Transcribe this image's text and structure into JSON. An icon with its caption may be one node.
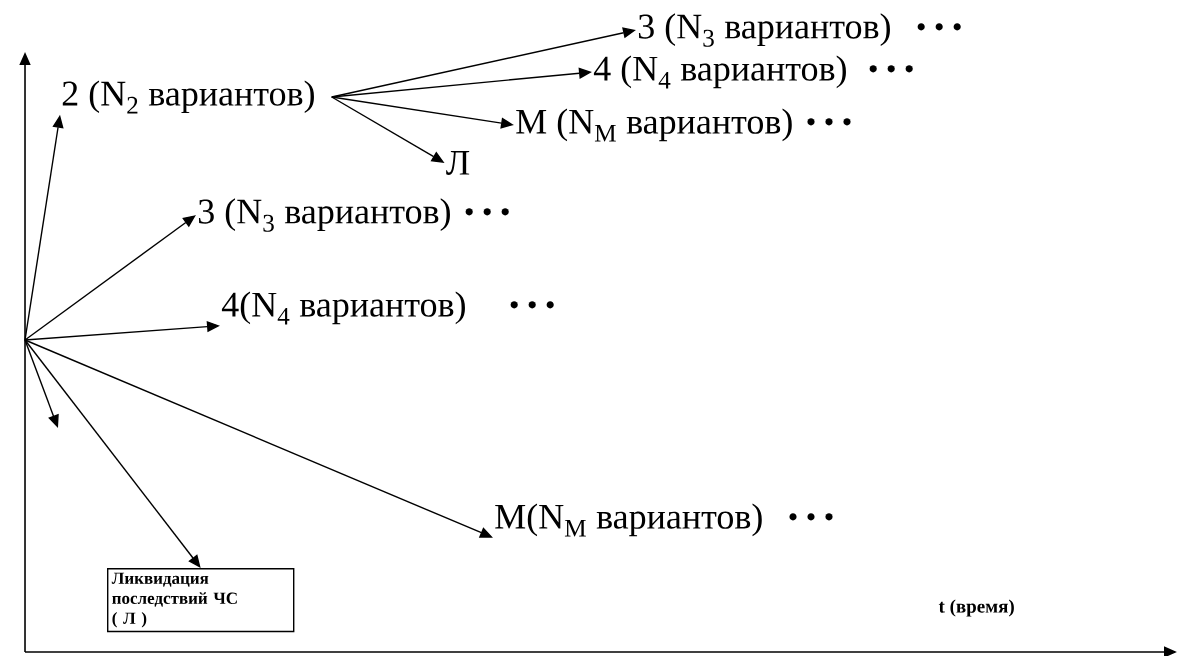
{
  "diagram": {
    "nodes": [
      {
        "text": [
          "2 (N$_{2}$ вариантов)"
        ]
      },
      {
        "text": [
          "3 (N$_{3}$ вариантов)"
        ],
        "beside": [
          "• • •"
        ]
      },
      {
        "text": [
          "4 (N$_{4}$ вариантов)"
        ],
        "beside": [
          "• • •"
        ]
      },
      {
        "text": [
          "M (N$_{M}$ вариантов)"
        ],
        "beside": [
          "• • •"
        ]
      },
      {
        "text": [
          "Л"
        ]
      },
      {
        "text": [
          "3 (N$_{3}$ вариантов)"
        ],
        "beside": [
          "• • •"
        ]
      },
      {
        "text": [
          "4(N$_{4}$ вариантов)"
        ],
        "beside": [
          "• • •"
        ]
      },
      {
        "text": [
          "M(N$_{M}$ вариантов)"
        ],
        "beside": [
          "• • •"
        ]
      },
      {
        "text": [
          "Ликвидация последствий ЧС ( Л )"
        ]
      }
    ],
    "edges": [
      {
        "from": null,
        "to": 0,
        "arrow": "to"
      },
      {
        "from": null,
        "to": 5,
        "arrow": "to"
      },
      {
        "from": null,
        "to": 6,
        "arrow": "to"
      },
      {
        "from": null,
        "to": 8,
        "arrow": "to"
      },
      {
        "from": null,
        "to": 7,
        "arrow": "to"
      },
      {
        "from": 0,
        "to": 1,
        "arrow": "to"
      },
      {
        "from": 0,
        "to": 2,
        "arrow": "to"
      },
      {
        "from": 0,
        "to": 3,
        "arrow": "to"
      },
      {
        "from": 0,
        "to": 4,
        "arrow": "to"
      }
    ],
    "labels": [
      "t (время)"
    ]
  }
}
